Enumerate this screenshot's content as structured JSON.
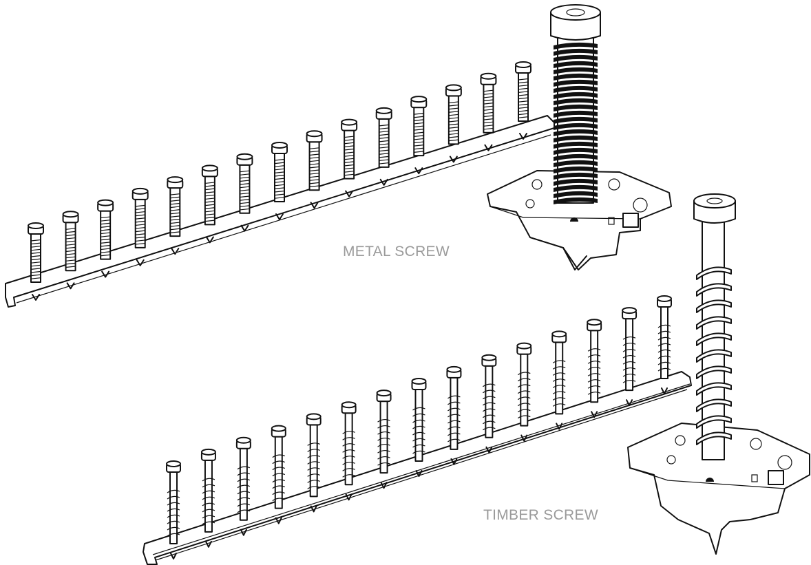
{
  "labels": {
    "metal": "METAL SCREW",
    "timber": "TIMBER SCREW"
  },
  "strips": {
    "metal_count": 15,
    "timber_count": 15
  },
  "colors": {
    "line": "#111111",
    "label": "#9a9a9a",
    "background": "#ffffff"
  }
}
